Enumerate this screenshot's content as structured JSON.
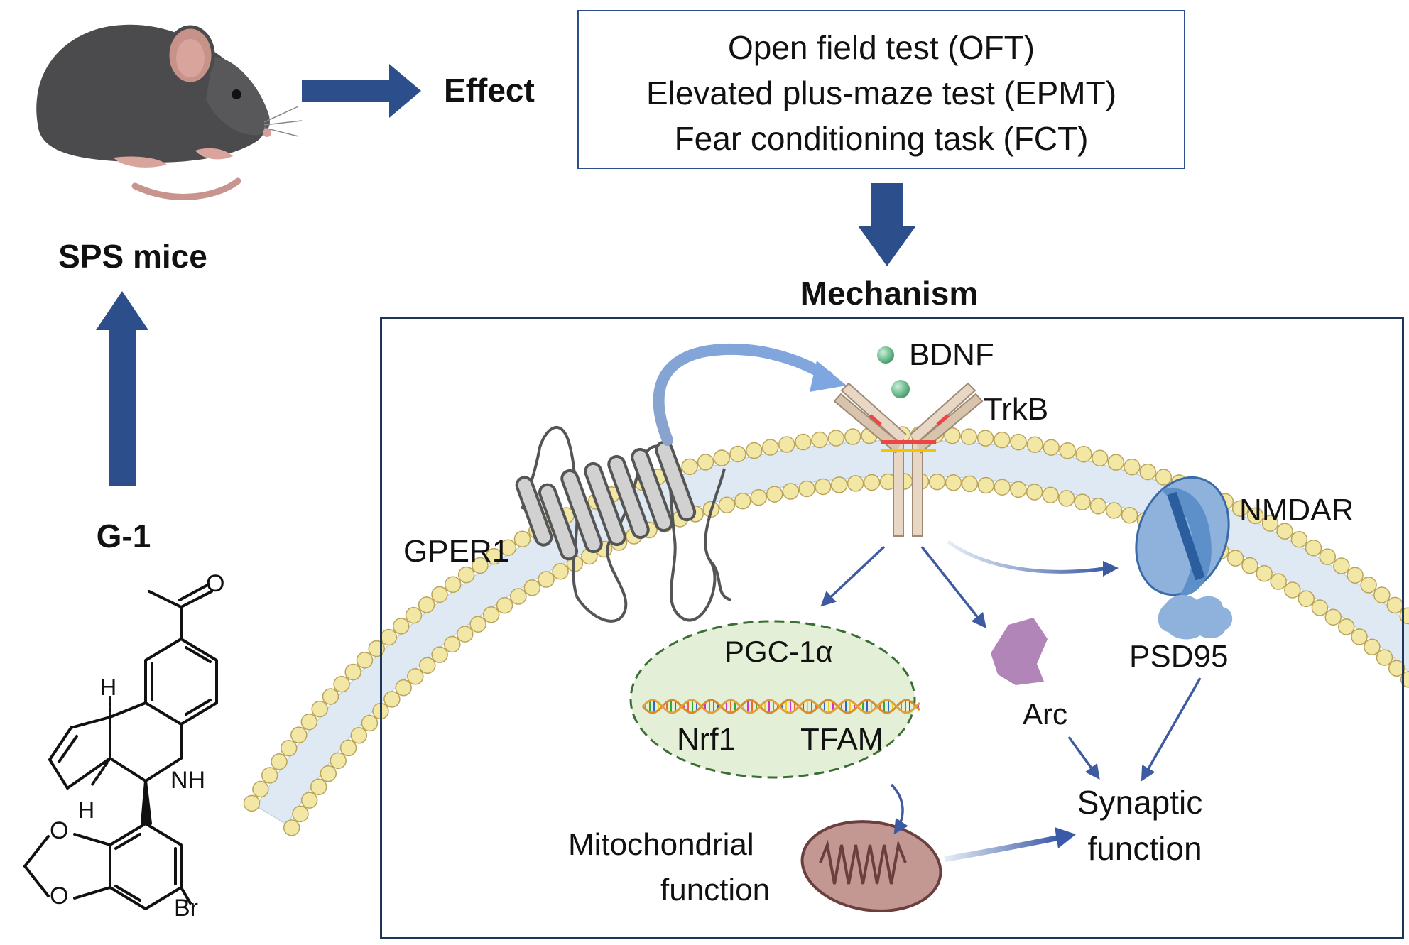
{
  "header": {
    "mice_label": "SPS mice",
    "effect_label": "Effect",
    "mechanism_label": "Mechanism",
    "drug_label": "G-1"
  },
  "effect_tests": [
    "Open field test (OFT)",
    "Elevated plus-maze test (EPMT)",
    "Fear conditioning task (FCT)"
  ],
  "molecule_atoms": {
    "oxygen_carbonyl": "O",
    "hydrogen_top": "H",
    "hydrogen_bottom": "H",
    "amine": "NH",
    "oxygen_1": "O",
    "oxygen_2": "O",
    "bromine": "Br"
  },
  "mechanism": {
    "bdnf": "BDNF",
    "trkb": "TrkB",
    "gper1": "GPER1",
    "nmdar": "NMDAR",
    "pgc1a": "PGC-1α",
    "nrf1": "Nrf1",
    "tfam": "TFAM",
    "arc": "Arc",
    "psd95": "PSD95",
    "mito_line1": "Mitochondrial",
    "mito_line2": "function",
    "syn_line1": "Synaptic",
    "syn_line2": "function"
  },
  "colors": {
    "arrow_blue": "#2c4f8c",
    "box_border": "#1f3558",
    "lipid_head": "#f3e7a6",
    "nucleus_fill": "#e3efd7",
    "arc_purple": "#b285b8",
    "psd95_blue": "#8fb2dd",
    "nmdar_blue": "#5d8fc9"
  },
  "icons": [
    "mouse-illustration",
    "membrane-bilayer",
    "gper1-receptor",
    "trkb-receptor",
    "nmdar-channel",
    "dna-helix",
    "mitochondrion"
  ]
}
